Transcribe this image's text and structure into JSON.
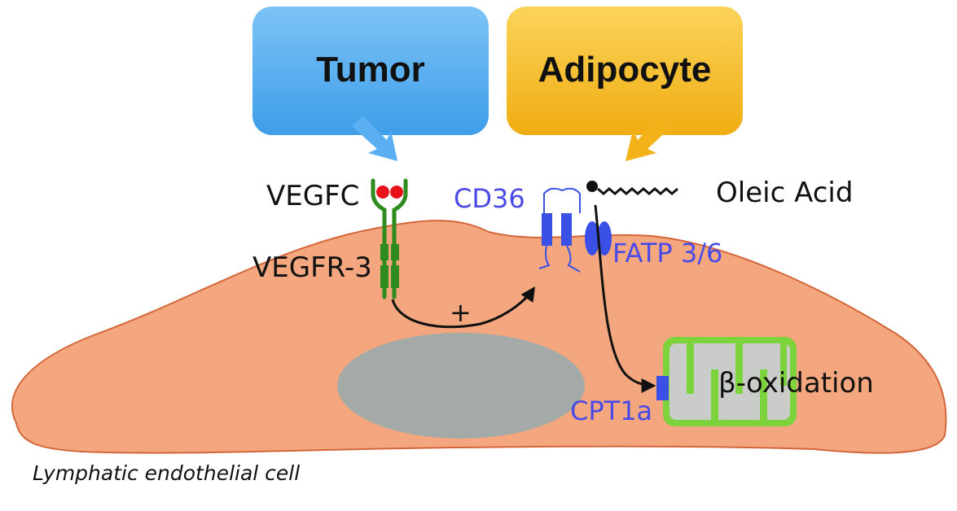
{
  "boxes": {
    "tumor": {
      "label": "Tumor",
      "color_top": "#7cc3f7",
      "color_bottom": "#3e9ee8"
    },
    "adipocyte": {
      "label": "Adipocyte",
      "color_top": "#fbd35a",
      "color_bottom": "#f0ad12"
    }
  },
  "labels": {
    "vegfc": "VEGFC",
    "vegfr3": "VEGFR-3",
    "cd36": "CD36",
    "oleic_acid": "Oleic Acid",
    "fatp": "FATP 3/6",
    "plus": "+",
    "beta_oxidation": "β-oxidation",
    "cpt1a": "CPT1a",
    "cell": "Lymphatic endothelial cell"
  },
  "colors": {
    "cell_fill": "#f4a77e",
    "cell_stroke": "#d4663a",
    "nucleus": "#a4aaa7",
    "receptor_green": "#2e8b1e",
    "ligand_red": "#e8101a",
    "transporter_blue": "#3a4fe6",
    "mito_outer": "#7dd33c",
    "mito_inner": "#c9ccc8",
    "arrow_blue": "#5aaef2",
    "arrow_yellow": "#f3b21a"
  }
}
